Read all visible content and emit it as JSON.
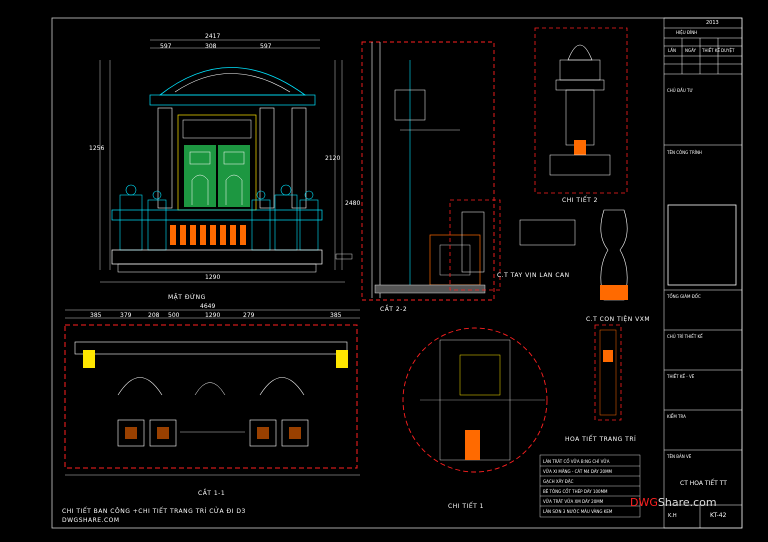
{
  "labels": {
    "mat_dung": "MẶT ĐỨNG",
    "cat_2_2": "CẮT 2-2",
    "cat_1_1": "CẮT 1-1",
    "chi_tiet_1": "CHI TIẾT 1",
    "chi_tiet_2": "CHI TIẾT 2",
    "tay_vin": "C.T TAY VỊN LAN CAN",
    "con_tien": "C.T CON TIỆN VXM",
    "hoa_tiet": "HOA TIẾT TRANG TRÍ",
    "bottom_title": "CHI TIẾT BAN CÔNG +CHI TIẾT TRANG TRÍ CỬA ĐI D3",
    "bottom_site": "DWGSHARE.COM"
  },
  "title_block": {
    "year": "2013",
    "status": "HIỆU ĐÍNH",
    "col_lan": "LẦN",
    "col_ngay": "NGÀY",
    "col_thiet_ke": "THIẾT KẾ",
    "col_duyet": "DUYỆT",
    "chu_dau_tu": "CHỦ ĐẦU TƯ",
    "ten_cong_trinh": "TÊN CÔNG TRÌNH",
    "tong_giam_doc": "TỔNG GIÁM ĐỐC",
    "chu_tri_thiet_ke": "CHỦ TRÌ THIẾT KẾ",
    "thiet_ke_ve": "THIẾT KẾ - VẼ",
    "kiem_tra": "KIỂM TRA",
    "ten_ban_ve": "TÊN BẢN VẼ",
    "drawing_name": "CT HOA TIẾT TT",
    "sheet_label": "K.H",
    "sheet_no": "KT-42"
  },
  "dims_front": [
    "2417",
    "597",
    "308",
    "597",
    "1256",
    "2120",
    "1290",
    "2480"
  ],
  "dims_plan": [
    "4649",
    "385",
    "379",
    "208",
    "500",
    "1290",
    "279",
    "385"
  ],
  "legend_notes": [
    "LÁN TRÁT CỐ VỮA B:NG CHÍ VỮA",
    "VỮA XI MĂNG - CÁT M4 DÀY 20MM",
    "GẠCH XÂY ĐẶC",
    "BÊ TÔNG CỐT THÉP DÀY 100MM",
    "VỮA TRÁT VỮA XM DÀY 20MM",
    "LÁN SƠN 3 NƯỚC MÀU VÀNG KEM"
  ],
  "watermark": {
    "part1": "DWG",
    "part2": "Share.com"
  },
  "colors": {
    "dash": "#ff2020",
    "cyan": "#00e5ff",
    "green": "#22b14c",
    "orange": "#ff6a00",
    "yellow": "#ffe600",
    "magenta": "#ff33cc"
  }
}
